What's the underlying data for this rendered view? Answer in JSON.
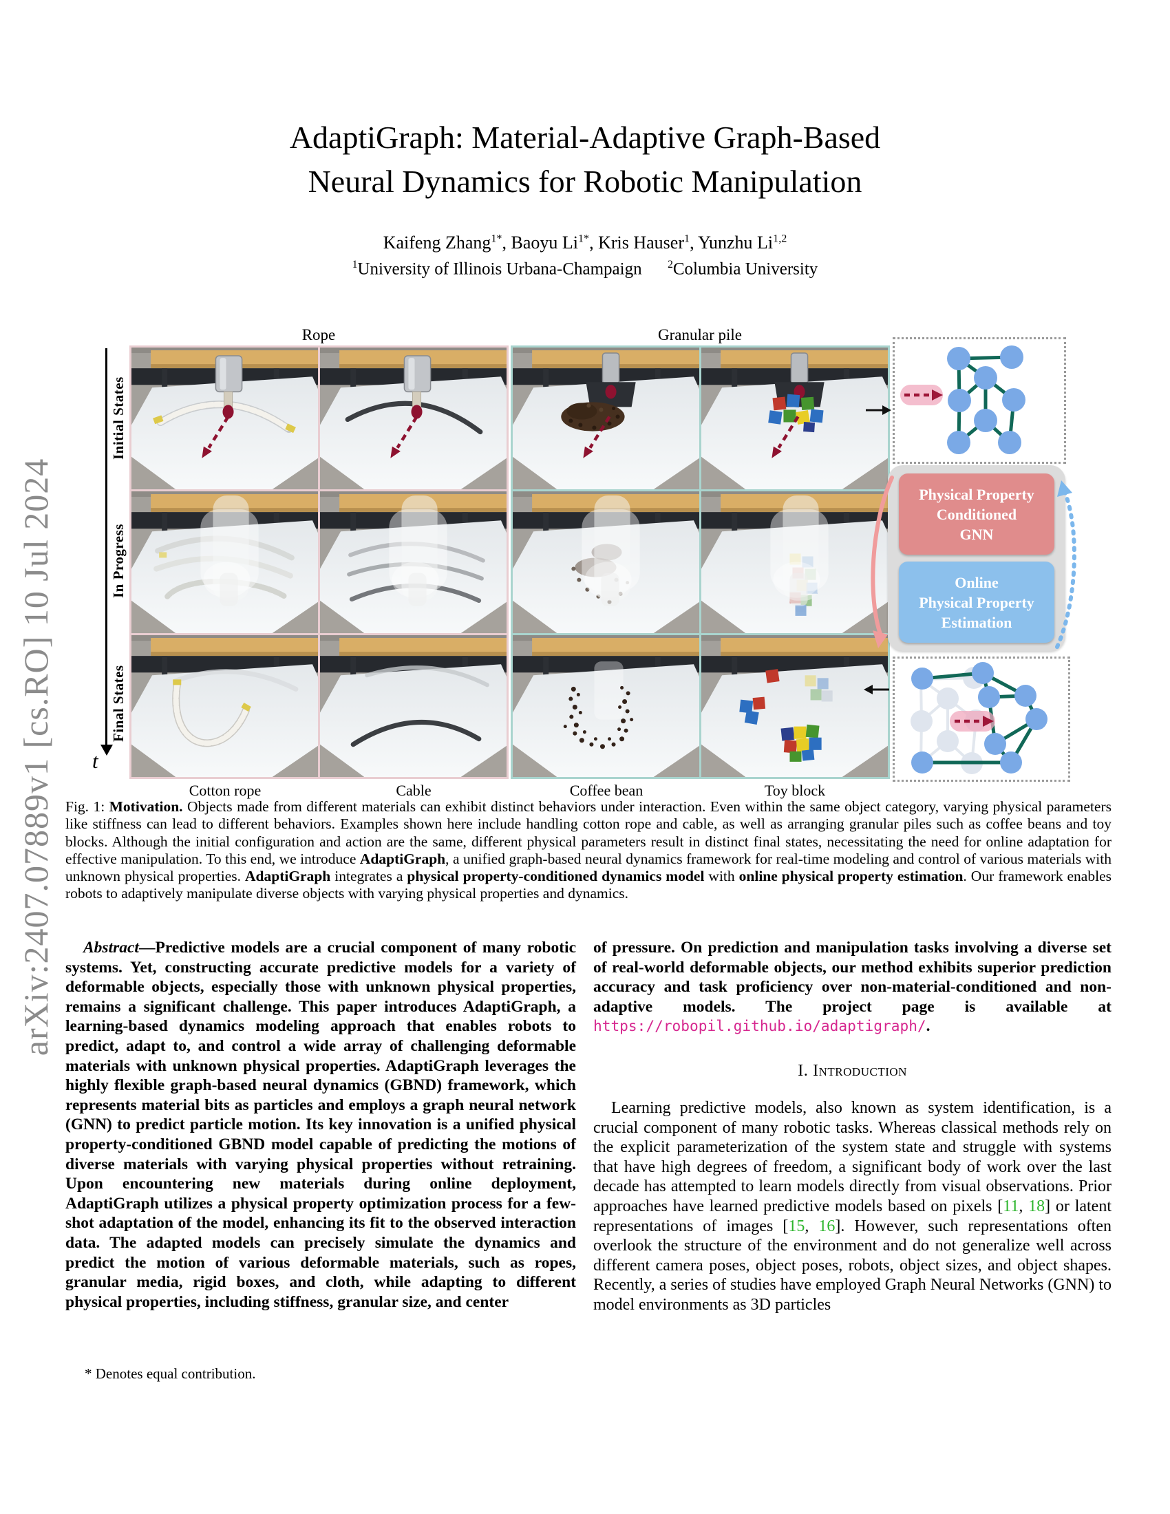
{
  "arxiv_stamp": "arXiv:2407.07889v1  [cs.RO]  10 Jul 2024",
  "title": {
    "line1": "AdaptiGraph: Material-Adaptive Graph-Based",
    "line2": "Neural Dynamics for Robotic Manipulation"
  },
  "authors_rich": [
    {
      "t": "Kaifeng Zhang"
    },
    {
      "t": "1*",
      "sup": 1
    },
    {
      "t": ", Baoyu Li"
    },
    {
      "t": "1*",
      "sup": 1
    },
    {
      "t": ", Kris Hauser"
    },
    {
      "t": "1",
      "sup": 1
    },
    {
      "t": ", Yunzhu Li"
    },
    {
      "t": "1,2",
      "sup": 1
    }
  ],
  "affiliations_rich": [
    {
      "t": "1",
      "sup": 1
    },
    {
      "t": "University of Illinois Urbana-Champaign"
    },
    {
      "t": "  "
    },
    {
      "t": "2",
      "sup": 1
    },
    {
      "t": "Columbia University"
    }
  ],
  "figure": {
    "column_groups": {
      "rope": "Rope",
      "granular": "Granular pile"
    },
    "row_labels": {
      "r1": "Initial States",
      "r2": "In Progress",
      "r3": "Final States"
    },
    "time_axis_label": "t",
    "material_labels": {
      "m1": "Cotton rope",
      "m2": "Cable",
      "m3": "Coffee bean",
      "m4": "Toy block"
    },
    "pipeline": {
      "gnn_lines": [
        "Physical Property",
        "Conditioned",
        "GNN"
      ],
      "online_lines": [
        "Online",
        "Physical Property",
        "Estimation"
      ]
    }
  },
  "caption_rich": [
    {
      "t": "Fig. 1: "
    },
    {
      "t": "Motivation.",
      "b": 1
    },
    {
      "t": " Objects made from different materials can exhibit distinct behaviors under interaction. Even within the same object category, varying physical parameters like stiffness can lead to different behaviors. Examples shown here include handling cotton rope and cable, as well as arranging granular piles such as coffee beans and toy blocks. Although the initial configuration and action are the same, different physical parameters result in distinct final states, necessitating the need for online adaptation for effective manipulation. To this end, we introduce "
    },
    {
      "t": "AdaptiGraph",
      "b": 1
    },
    {
      "t": ", a unified graph-based neural dynamics framework for real-time modeling and control of various materials with unknown physical properties. "
    },
    {
      "t": "AdaptiGraph",
      "b": 1
    },
    {
      "t": " integrates a "
    },
    {
      "t": "physical property-conditioned dynamics model",
      "b": 1
    },
    {
      "t": " with "
    },
    {
      "t": "online physical property estimation",
      "b": 1
    },
    {
      "t": ". Our framework enables robots to adaptively manipulate diverse objects with varying physical properties and dynamics."
    }
  ],
  "abstract_left_rich": [
    {
      "t": "Abstract",
      "b": 1,
      "i": 1
    },
    {
      "t": "—Predictive models are a crucial component of many robotic systems. Yet, constructing accurate predictive models for a variety of deformable objects, especially those with unknown physical properties, remains a significant challenge. This paper introduces AdaptiGraph, a learning-based dynamics modeling approach that enables robots to predict, adapt to, and control a wide array of challenging deformable materials with unknown physical properties. AdaptiGraph leverages the highly flexible graph-based neural dynamics (GBND) framework, which represents material bits as particles and employs a graph neural network (GNN) to predict particle motion. Its key innovation is a unified physical property-conditioned GBND model capable of predicting the motions of diverse materials with varying physical properties without retraining. Upon encountering new materials during online deployment, AdaptiGraph utilizes a physical property optimization process for a few-shot adaptation of the model, enhancing its fit to the observed interaction data. The adapted models can precisely simulate the dynamics and predict the motion of various deformable materials, such as ropes, granular media, rigid boxes, and cloth, while adapting to different physical properties, including stiffness, granular size, and center",
      "b": 1
    }
  ],
  "abstract_right_rich": [
    {
      "t": "of pressure. On prediction and manipulation tasks involving a diverse set of real-world deformable objects, our method exhibits superior prediction accuracy and task proficiency over non-material-conditioned and non-adaptive models. The project page is available at ",
      "b": 1
    },
    {
      "t": "https://robopil.github.io/adaptigraph/",
      "mono": 1,
      "c": "#d6278f",
      "link": 1,
      "n": "project-page-link"
    },
    {
      "t": ".",
      "b": 1
    }
  ],
  "section1_heading": "I. Introduction",
  "intro_rich": [
    {
      "t": "Learning predictive models, also known as system identification, is a crucial component of many robotic tasks. Whereas classical methods rely on the explicit parameterization of the system state and struggle with systems that have high degrees of freedom, a significant body of work over the last decade has attempted to learn models directly from visual observations. Prior approaches have learned predictive models based on pixels ["
    },
    {
      "t": "11",
      "c": "#2cb52c",
      "n": "citation-11"
    },
    {
      "t": ", "
    },
    {
      "t": "18",
      "c": "#2cb52c",
      "n": "citation-18"
    },
    {
      "t": "] or latent representations of images ["
    },
    {
      "t": "15",
      "c": "#2cb52c",
      "n": "citation-15"
    },
    {
      "t": ", "
    },
    {
      "t": "16",
      "c": "#2cb52c",
      "n": "citation-16"
    },
    {
      "t": "]. However, such representations often overlook the structure of the environment and do not generalize well across different camera poses, object poses, robots, object sizes, and object shapes. Recently, a series of studies have employed Graph Neural Networks (GNN) to model environments as 3D particles"
    }
  ],
  "footnote": "* Denotes equal contribution.",
  "colors": {
    "link": "#d6278f",
    "citation": "#2cb52c",
    "gnn_box": "#e08c8c",
    "estimation_box": "#8cc0ec",
    "graph_node": "#7aa9e6",
    "graph_edge": "#116857",
    "action_arrow": "#8e1230",
    "rope_frame": "#e9cdd1",
    "granular_frame": "#a9d4ce",
    "arxiv_text": "#8b8b8b"
  }
}
